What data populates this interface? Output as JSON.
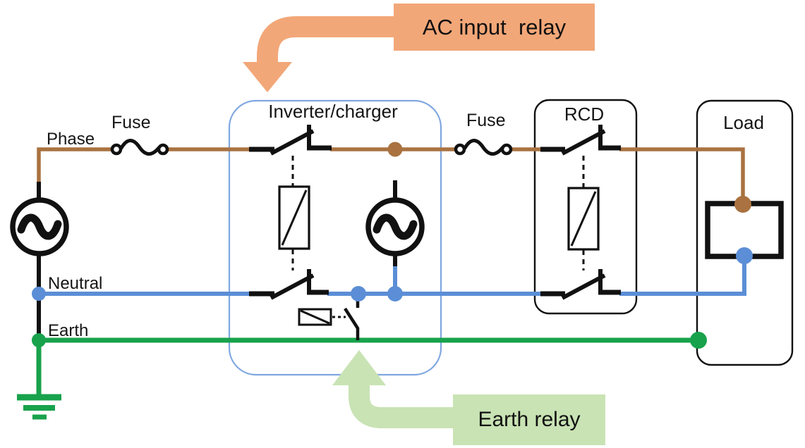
{
  "title": "AC wiring schematic: grid source through fuse into inverter/charger with AC input relay and earth relay, then fuse, RCD and load",
  "colors": {
    "phase": "#A97240",
    "neutral": "#5B8ED6",
    "earth": "#18A24C",
    "orange": "#F2A778",
    "green": "#C9E3B4",
    "boxblue": "#7FA7E0",
    "ink": "#111111"
  },
  "labels": {
    "phase": "Phase",
    "neutral": "Neutral",
    "earth": "Earth",
    "fuse_left": "Fuse",
    "fuse_right": "Fuse"
  },
  "blocks": {
    "inverter": "Inverter/charger",
    "rcd": "RCD",
    "load": "Load"
  },
  "callouts": {
    "ac_input_relay": "AC input  relay",
    "earth_relay": "Earth relay"
  }
}
